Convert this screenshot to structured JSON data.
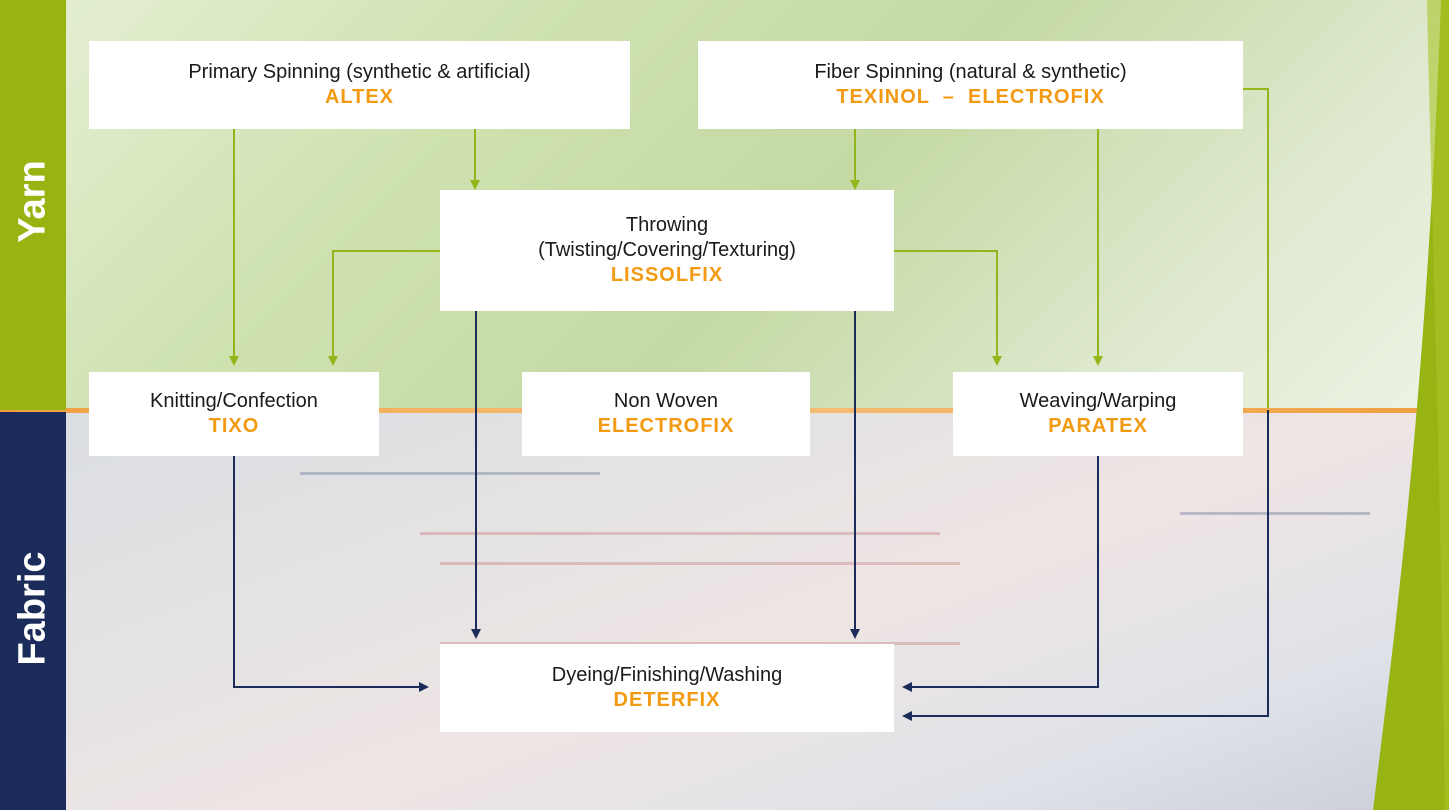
{
  "side_labels": {
    "top": "Yarn",
    "bottom": "Fabric"
  },
  "colors": {
    "arrow_green": "#94b51c",
    "arrow_navy": "#1c2c5a",
    "product_orange": "#f29a12",
    "band_green": "#97b412",
    "band_navy": "#1c2c5a"
  },
  "boxes": {
    "primary_spinning": {
      "title": "Primary Spinning (synthetic & artificial)",
      "product": "ALTEX"
    },
    "fiber_spinning": {
      "title": "Fiber Spinning (natural & synthetic)",
      "product": "TEXINOL  –  ELECTROFIX"
    },
    "throwing": {
      "title_line1": "Throwing",
      "title_line2": "(Twisting/Covering/Texturing)",
      "product": "LISSOLFIX"
    },
    "knitting": {
      "title": "Knitting/Confection",
      "product": "TIXO"
    },
    "non_woven": {
      "title": "Non Woven",
      "product": "ELECTROFIX"
    },
    "weaving": {
      "title": "Weaving/Warping",
      "product": "PARATEX"
    },
    "dyeing": {
      "title": "Dyeing/Finishing/Washing",
      "product": "DETERFIX"
    }
  }
}
